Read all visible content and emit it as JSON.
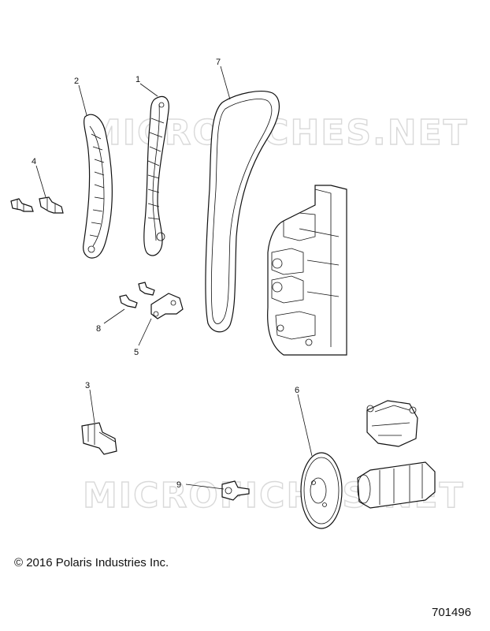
{
  "watermark": "MICROFICHES.NET",
  "copyright": "© 2016 Polaris Industries Inc.",
  "diagram_number": "701496",
  "callouts": [
    "1",
    "2",
    "3",
    "4",
    "5",
    "6",
    "7",
    "8",
    "9"
  ]
}
